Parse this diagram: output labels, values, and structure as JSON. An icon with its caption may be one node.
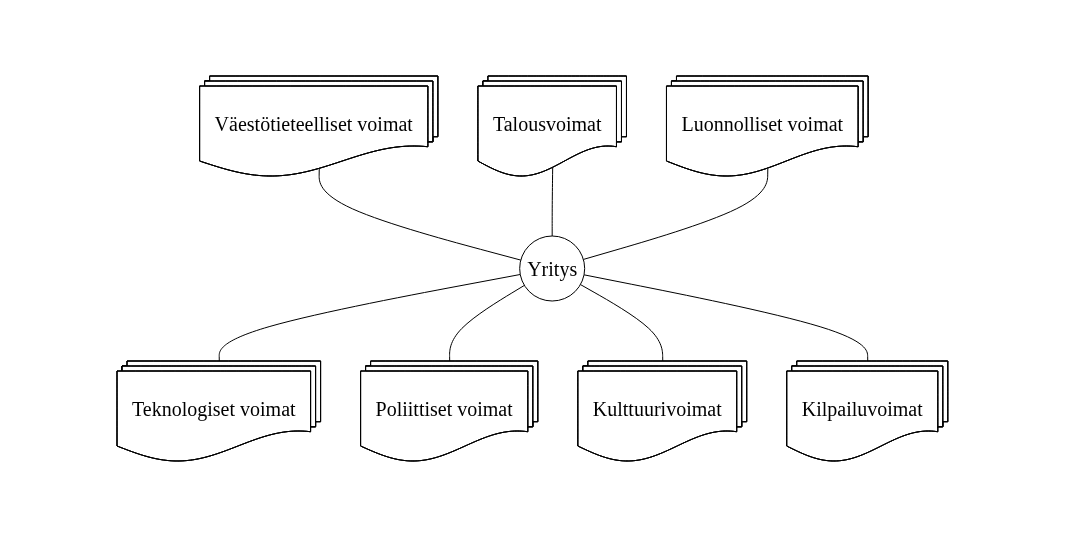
{
  "diagram": {
    "nodes": [
      {
        "text": [
          "Väestötieteelliset voimat"
        ]
      },
      {
        "text": [
          "Talousvoimat"
        ]
      },
      {
        "text": [
          "Luonnolliset voimat"
        ]
      },
      {
        "text": [
          "Yritys"
        ]
      },
      {
        "text": [
          "Teknologiset voimat"
        ]
      },
      {
        "text": [
          "Poliittiset voimat"
        ]
      },
      {
        "text": [
          "Kulttuurivoimat"
        ]
      },
      {
        "text": [
          "Kilpailuvoimat"
        ]
      }
    ],
    "edges": [
      {
        "from": 0,
        "to": 3,
        "arrow": "none"
      },
      {
        "from": 1,
        "to": 3,
        "arrow": "none"
      },
      {
        "from": 2,
        "to": 3,
        "arrow": "none"
      },
      {
        "from": 3,
        "to": 4,
        "arrow": "none"
      },
      {
        "from": 3,
        "to": 5,
        "arrow": "none"
      },
      {
        "from": 3,
        "to": 6,
        "arrow": "none"
      },
      {
        "from": 3,
        "to": 7,
        "arrow": "none"
      }
    ]
  }
}
